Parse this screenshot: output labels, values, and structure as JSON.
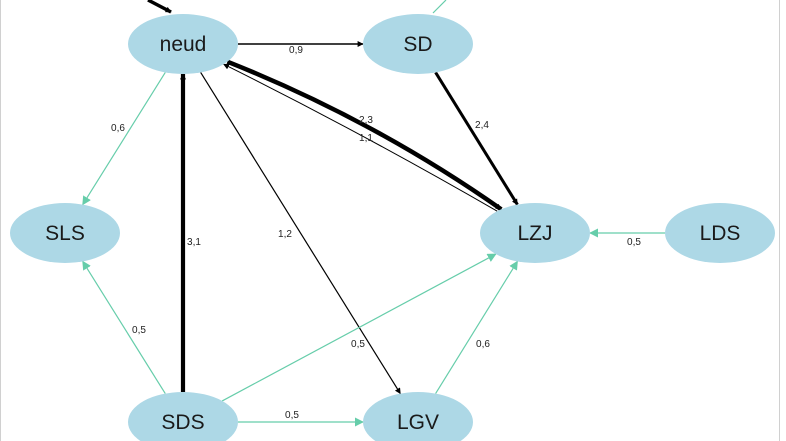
{
  "colors": {
    "background": "#ffffff",
    "node_fill": "#add8e6",
    "strong_edge": "#000000",
    "weak_edge": "#66cdaa",
    "frame": "#d0d0d0"
  },
  "nodes": [
    {
      "id": "neud",
      "label": "neud"
    },
    {
      "id": "SD",
      "label": "SD"
    },
    {
      "id": "SLS",
      "label": "SLS"
    },
    {
      "id": "LZJ",
      "label": "LZJ"
    },
    {
      "id": "LDS",
      "label": "LDS"
    },
    {
      "id": "SDS",
      "label": "SDS"
    },
    {
      "id": "LGV",
      "label": "LGV"
    }
  ],
  "edges": [
    {
      "id": "e-neud-SD",
      "from": "neud",
      "to": "SD",
      "weight": "0,9",
      "kind": "strong"
    },
    {
      "id": "e-neud-LZJ",
      "from": "neud",
      "to": "LZJ",
      "weight": "2,3",
      "kind": "strong"
    },
    {
      "id": "e-LZJ-neud",
      "from": "LZJ",
      "to": "neud",
      "weight": "1,1",
      "kind": "strong"
    },
    {
      "id": "e-SD-LZJ",
      "from": "SD",
      "to": "LZJ",
      "weight": "2,4",
      "kind": "strong"
    },
    {
      "id": "e-neud-LGV",
      "from": "neud",
      "to": "LGV",
      "weight": "1,2",
      "kind": "strong"
    },
    {
      "id": "e-SDS-neud",
      "from": "SDS",
      "to": "neud",
      "weight": "3,1",
      "kind": "strong"
    },
    {
      "id": "e-neud-SLS",
      "from": "neud",
      "to": "SLS",
      "weight": "0,6",
      "kind": "weak"
    },
    {
      "id": "e-SDS-SLS",
      "from": "SDS",
      "to": "SLS",
      "weight": "0,5",
      "kind": "weak"
    },
    {
      "id": "e-SDS-LZJ",
      "from": "SDS",
      "to": "LZJ",
      "weight": "0,5",
      "kind": "weak"
    },
    {
      "id": "e-SDS-LGV",
      "from": "SDS",
      "to": "LGV",
      "weight": "0,5",
      "kind": "weak"
    },
    {
      "id": "e-LGV-LZJ",
      "from": "LGV",
      "to": "LZJ",
      "weight": "0,6",
      "kind": "weak"
    },
    {
      "id": "e-LDS-LZJ",
      "from": "LDS",
      "to": "LZJ",
      "weight": "0,5",
      "kind": "weak"
    }
  ]
}
